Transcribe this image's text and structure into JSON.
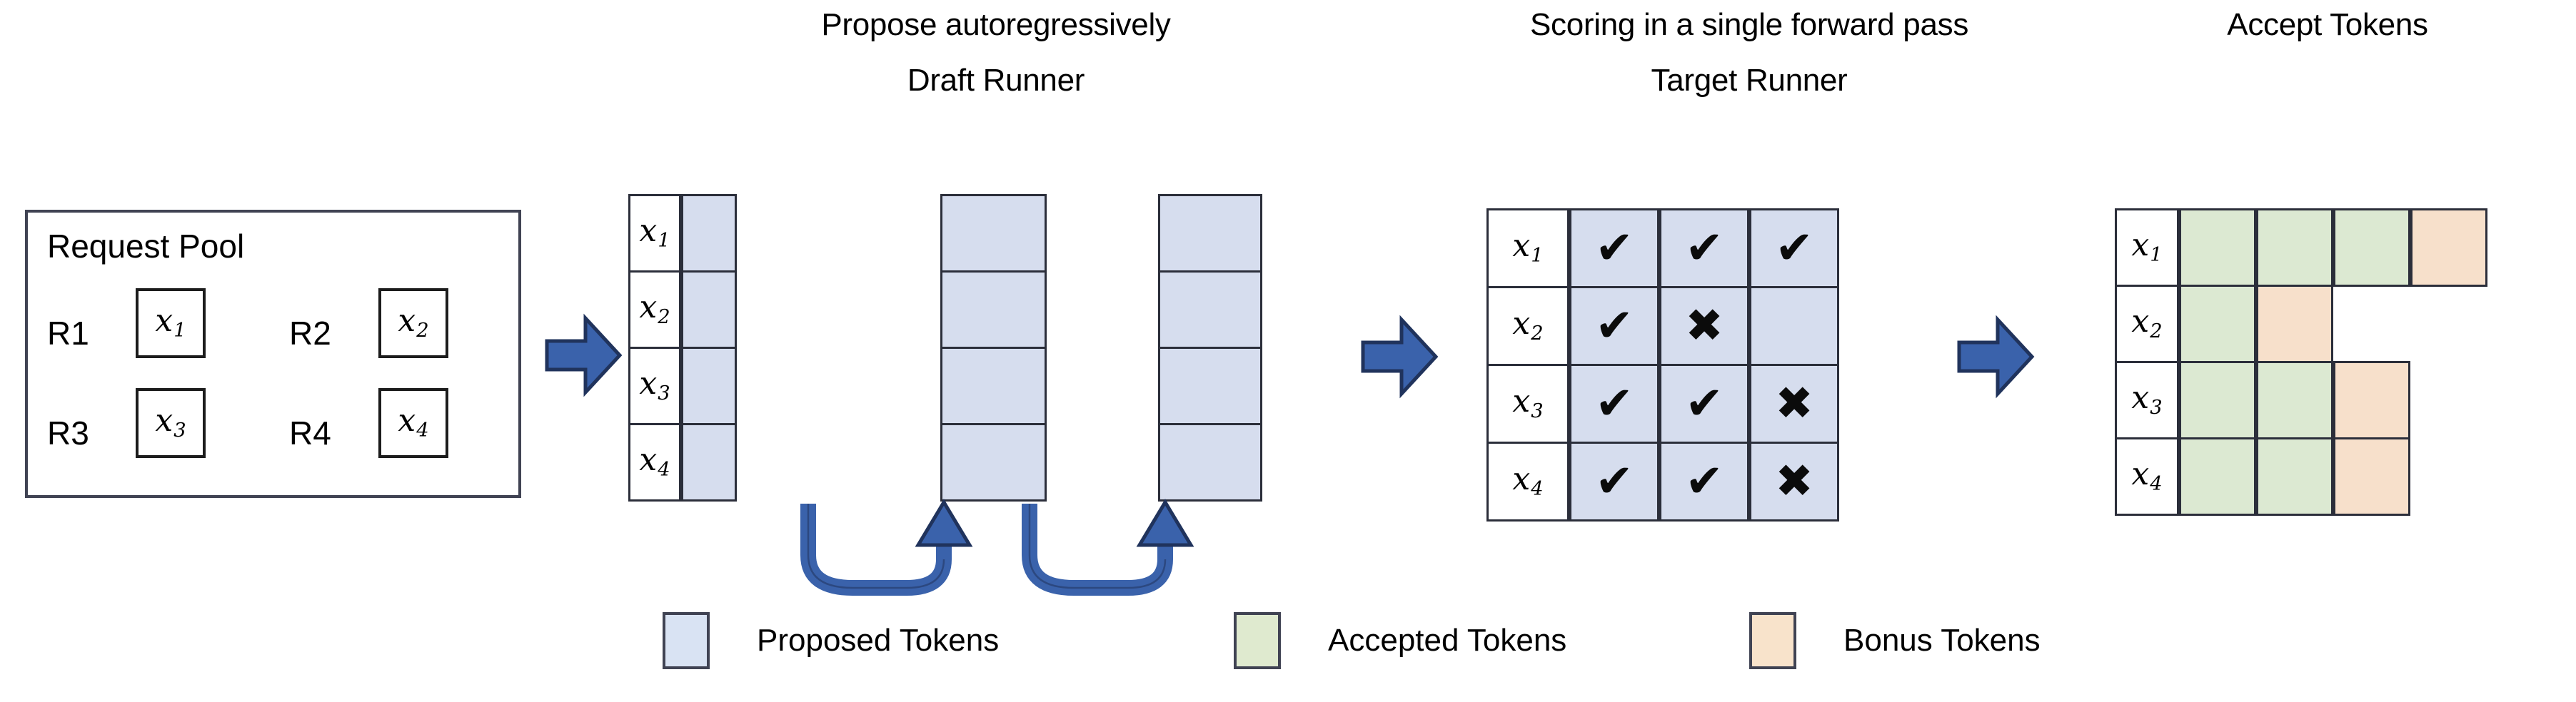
{
  "captions": {
    "propose": "Propose autoregressively",
    "draft_runner": "Draft Runner",
    "scoring": "Scoring in a single forward pass",
    "target_runner": "Target Runner",
    "accept_tokens": "Accept Tokens"
  },
  "request_pool": {
    "title": "Request Pool",
    "requests": [
      {
        "label": "R1",
        "token": "x",
        "sub": "1"
      },
      {
        "label": "R2",
        "token": "x",
        "sub": "2"
      },
      {
        "label": "R3",
        "token": "x",
        "sub": "3"
      },
      {
        "label": "R4",
        "token": "x",
        "sub": "4"
      }
    ]
  },
  "row_labels": [
    {
      "token": "x",
      "sub": "1"
    },
    {
      "token": "x",
      "sub": "2"
    },
    {
      "token": "x",
      "sub": "3"
    },
    {
      "token": "x",
      "sub": "4"
    }
  ],
  "draft_runner": {
    "step1": [
      "proposed",
      "proposed",
      "proposed",
      "proposed"
    ],
    "step2": [
      "proposed",
      "proposed",
      "proposed",
      "proposed"
    ],
    "step3": [
      "proposed",
      "proposed",
      "proposed",
      "proposed"
    ]
  },
  "target_runner": {
    "marks": [
      [
        "check",
        "check",
        "check"
      ],
      [
        "check",
        "cross",
        "blank"
      ],
      [
        "check",
        "check",
        "cross"
      ],
      [
        "check",
        "check",
        "cross"
      ]
    ],
    "glyphs": {
      "check": "✔",
      "cross": "✖",
      "blank": ""
    }
  },
  "accept_tokens": {
    "rows": [
      [
        "accepted",
        "accepted",
        "accepted",
        "bonus"
      ],
      [
        "accepted",
        "bonus",
        "none",
        "none"
      ],
      [
        "accepted",
        "accepted",
        "bonus",
        "none"
      ],
      [
        "accepted",
        "accepted",
        "bonus",
        "none"
      ]
    ]
  },
  "legend": [
    {
      "swatch": "blue",
      "label": "Proposed Tokens"
    },
    {
      "swatch": "green",
      "label": "Accepted Tokens"
    },
    {
      "swatch": "peach",
      "label": "Bonus Tokens"
    }
  ],
  "colors": {
    "proposed": "#d6ddee",
    "accepted": "#dce9d2",
    "bonus": "#f7e0cb",
    "arrow_blue": "#3a62ab",
    "arrow_outline": "#20335c",
    "border": "#2b2e3a"
  }
}
